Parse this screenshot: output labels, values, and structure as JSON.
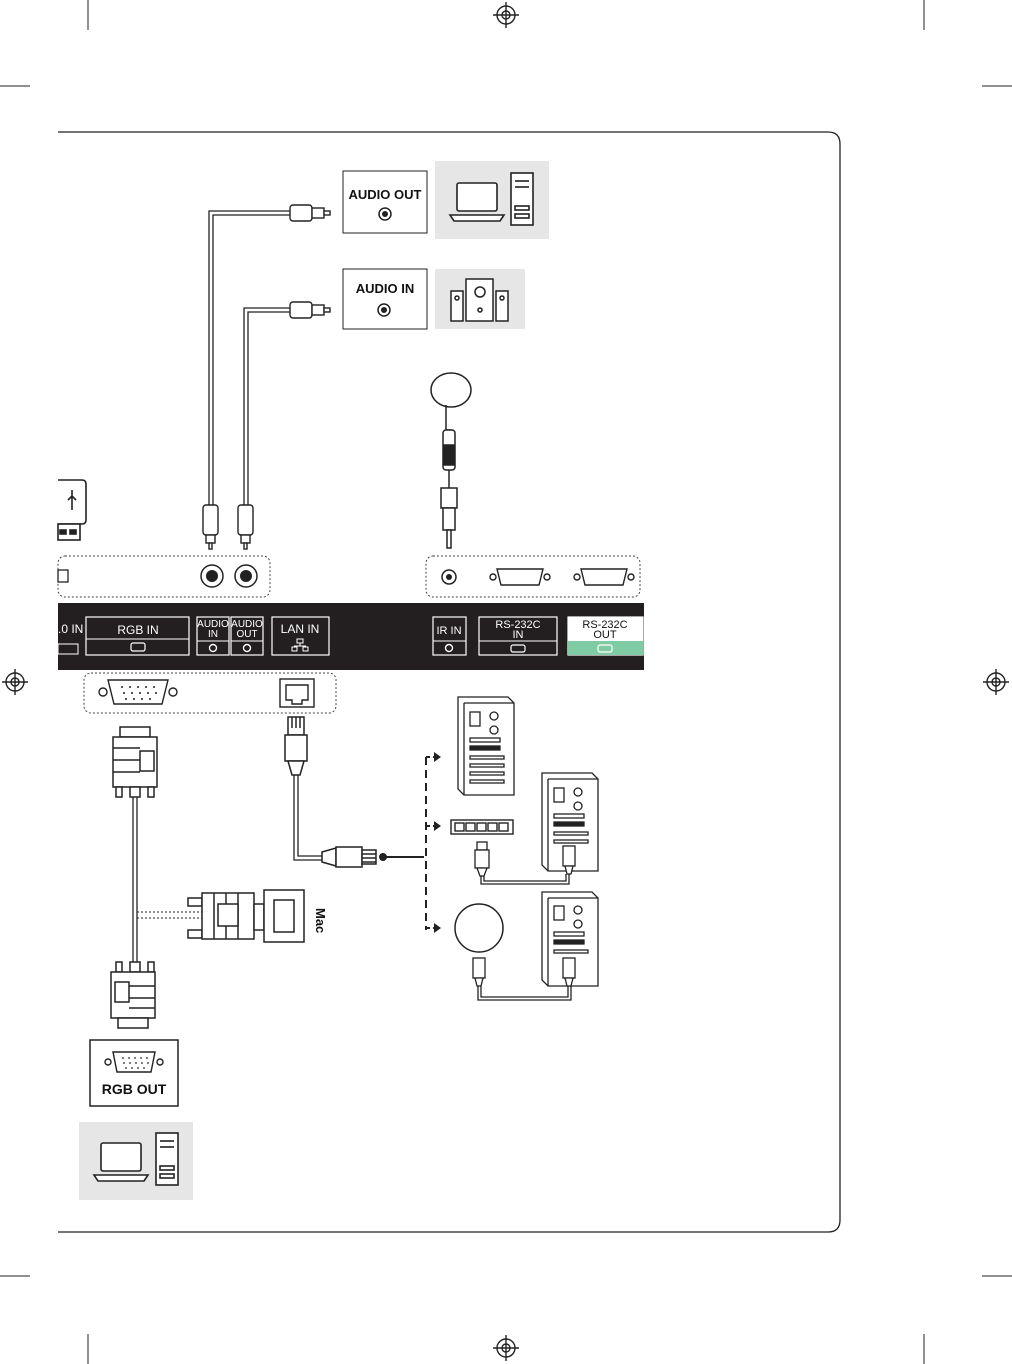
{
  "boxes": {
    "audio_out": "AUDIO OUT",
    "audio_in": "AUDIO IN",
    "rgb_out": "RGB OUT"
  },
  "ports": {
    "usb_partial": ".0 IN",
    "rgb_in": "RGB IN",
    "audio_in_1": "AUDIO",
    "audio_in_2": "IN",
    "audio_out_1": "AUDIO",
    "audio_out_2": "OUT",
    "lan_in": "LAN IN",
    "ir_in": "IR IN",
    "rs232c_in_1": "RS-232C",
    "rs232c_in_2": "IN",
    "rs232c_out_1": "RS-232C",
    "rs232c_out_2": "OUT"
  },
  "mac_label": "Mac",
  "colors": {
    "panel": "#231f20",
    "highlight": "#7fcba4",
    "device_bg": "#e6e6e6"
  }
}
